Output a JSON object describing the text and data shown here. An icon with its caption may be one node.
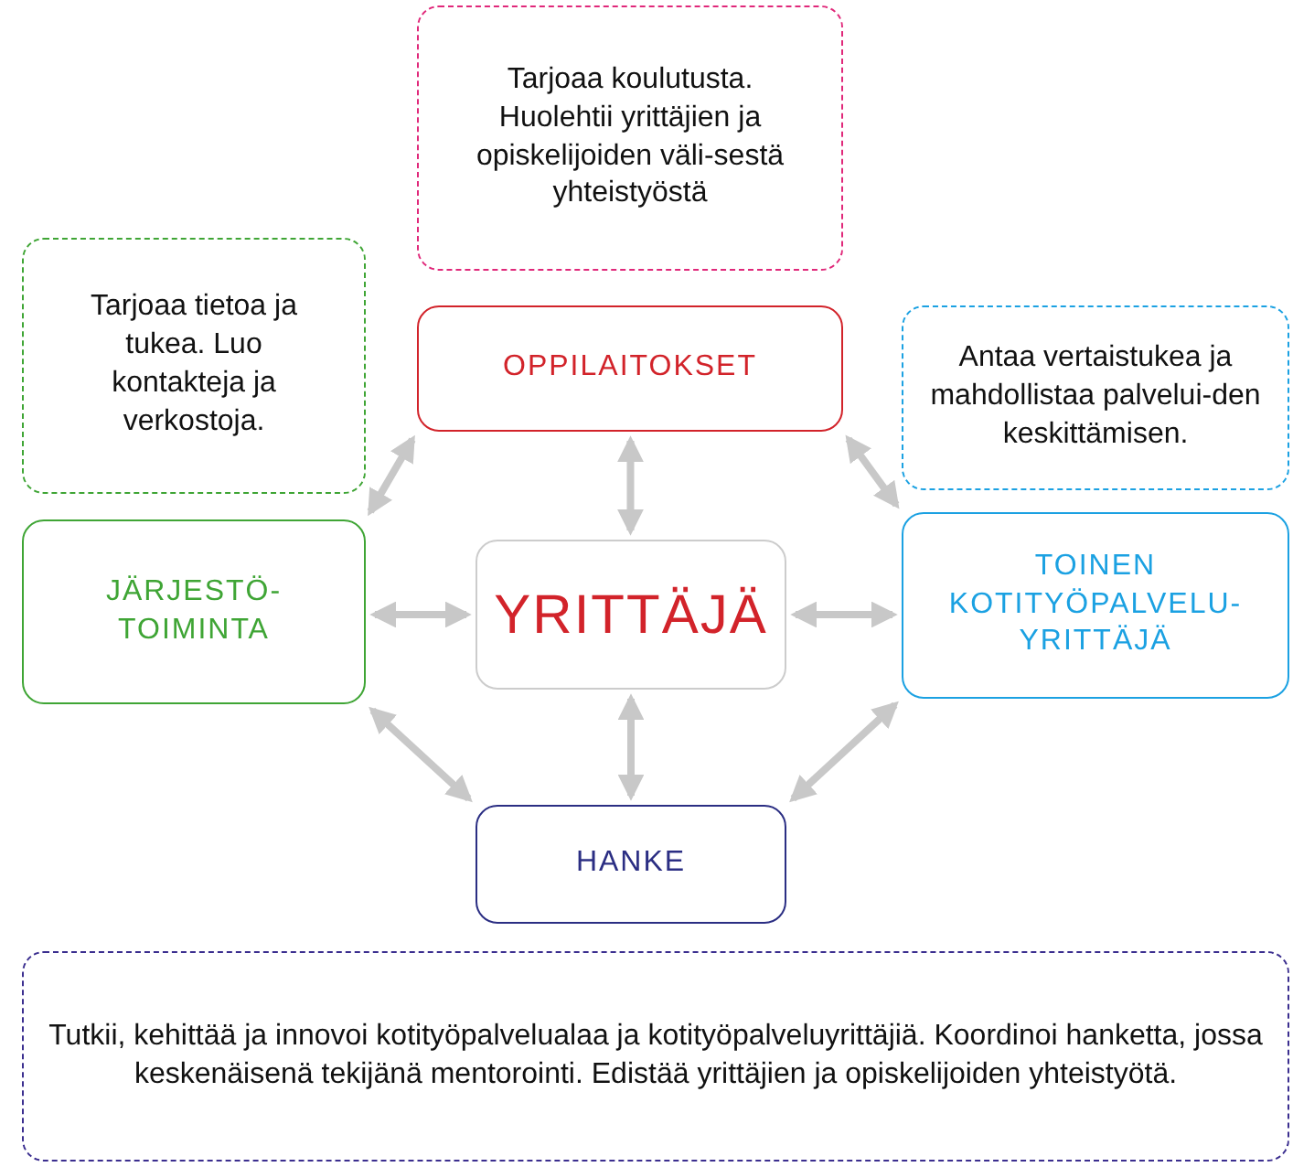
{
  "diagram": {
    "nodes": [
      {
        "text": [
          "Tarjoaa koulutusta. Huolehtii yrittäjien ja opiskelijoiden väli-sestä yhteistyöstä"
        ]
      },
      {
        "text": [
          "Tarjoaa tietoa ja tukea. Luo kontakteja ja verkostoja."
        ]
      },
      {
        "text": [
          "OPPILAITOKSET"
        ]
      },
      {
        "text": [
          "Antaa vertaistukea ja mahdollistaa palvelui-den keskittämisen."
        ]
      },
      {
        "text": [
          "JÄRJESTÖ-TOIMINTA"
        ]
      },
      {
        "text": [
          "YRITTÄJÄ"
        ]
      },
      {
        "text": [
          "TOINEN KOTITYÖPALVELU-YRITTÄJÄ"
        ]
      },
      {
        "text": [
          "HANKE"
        ]
      },
      {
        "text": [
          "Tutkii, kehittää ja innovoi kotityöpalvelualaa ja kotityöpalveluyrittäjiä. Koordinoi hanketta, jossa keskenäisenä tekijänä mentorointi. Edistää yrittäjien ja opiskelijoiden yhteistyötä."
        ]
      }
    ],
    "edges": [
      {
        "from": 5,
        "to": 2,
        "arrow": "both"
      },
      {
        "from": 4,
        "to": 2,
        "arrow": "both"
      },
      {
        "from": 2,
        "to": 6,
        "arrow": "both"
      },
      {
        "from": 4,
        "to": 5,
        "arrow": "both"
      },
      {
        "from": 5,
        "to": 6,
        "arrow": "both"
      },
      {
        "from": 4,
        "to": 7,
        "arrow": "both"
      },
      {
        "from": 6,
        "to": 7,
        "arrow": "both"
      },
      {
        "from": 5,
        "to": 7,
        "arrow": "both"
      }
    ]
  }
}
